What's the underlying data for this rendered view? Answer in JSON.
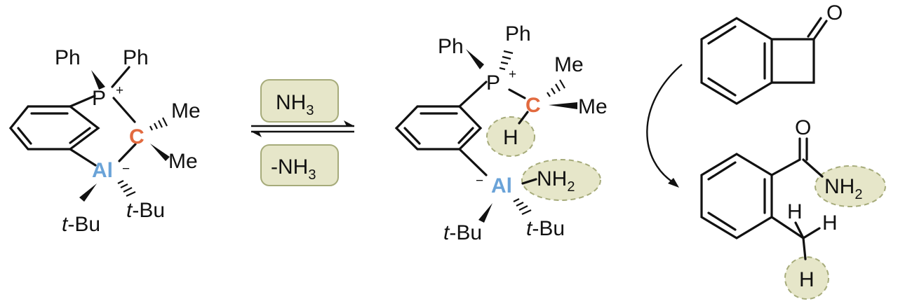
{
  "labels": {
    "ph": "Ph",
    "me": "Me",
    "tbu_t": "t",
    "tbu_rest": "-Bu",
    "p": "P",
    "c": "C",
    "al": "Al",
    "plus": "+",
    "minus": "−",
    "h": "H",
    "o": "O",
    "n": "NH",
    "sub2": "2"
  },
  "reagents": {
    "forward_main": "NH",
    "forward_sub": "3",
    "reverse_main": "-NH",
    "reverse_sub": "3"
  },
  "colors": {
    "carbanion": "#e26a3f",
    "aluminum": "#6aa3d8",
    "highlight_fill": "#e6e6c9",
    "highlight_stroke": "#a6ab7a"
  }
}
